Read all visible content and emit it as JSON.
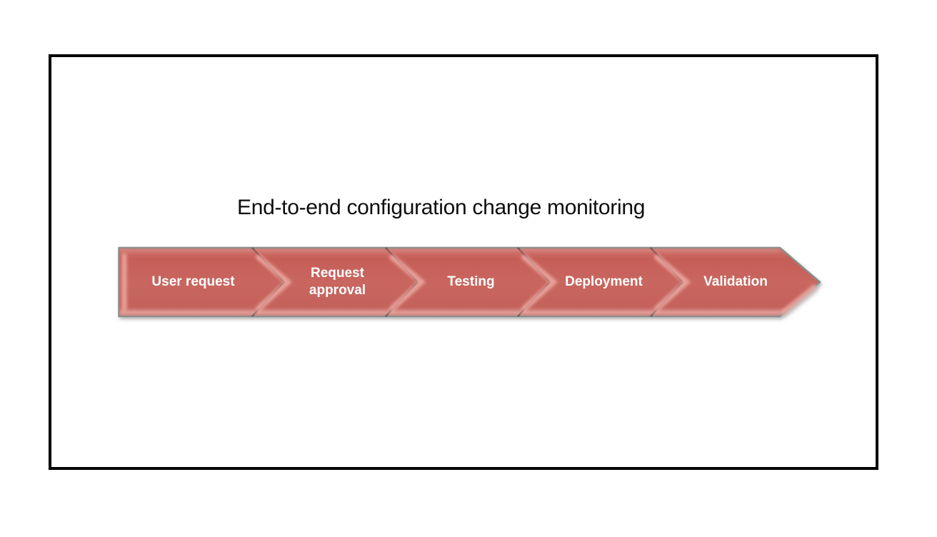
{
  "slide": {
    "title": "End-to-end configuration change monitoring",
    "title_color": "#0d0d0d",
    "frame_border_color": "#000000",
    "background": "#ffffff"
  },
  "process_flow": {
    "type": "chevron-arrow-sequence",
    "direction": "left-to-right",
    "steps": [
      {
        "index": 1,
        "label": "User request"
      },
      {
        "index": 2,
        "label": "Request approval"
      },
      {
        "index": 3,
        "label": "Testing"
      },
      {
        "index": 4,
        "label": "Deployment"
      },
      {
        "index": 5,
        "label": "Validation"
      }
    ],
    "colors": {
      "fill": "#c8665f",
      "fill_top_highlight": "#d28680",
      "fill_bottom_highlight": "#d18a84",
      "gloss": "#efaca4",
      "outline": "#8c8c8c",
      "separator": "#2e2e2e",
      "label_text": "#ffffff"
    }
  }
}
